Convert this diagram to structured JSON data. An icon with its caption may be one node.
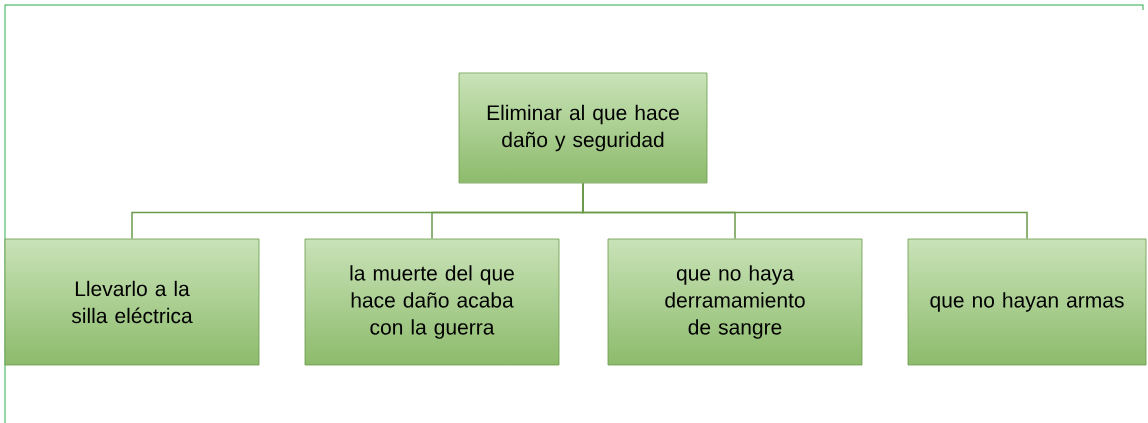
{
  "diagram": {
    "nodes": [
      {
        "text": [
          "Eliminar al que hace daño y seguridad"
        ]
      },
      {
        "text": [
          "Llevarlo a la silla eléctrica"
        ]
      },
      {
        "text": [
          "la muerte del que hace daño acaba con la guerra"
        ]
      },
      {
        "text": [
          "que no haya derramamiento de sangre"
        ]
      },
      {
        "text": [
          "que no hayan armas"
        ]
      }
    ],
    "edges": [
      {
        "from": 0,
        "to": 1,
        "arrow": "none"
      },
      {
        "from": 0,
        "to": 2,
        "arrow": "none"
      },
      {
        "from": 0,
        "to": 3,
        "arrow": "none"
      },
      {
        "from": 0,
        "to": 4,
        "arrow": "none"
      }
    ]
  }
}
